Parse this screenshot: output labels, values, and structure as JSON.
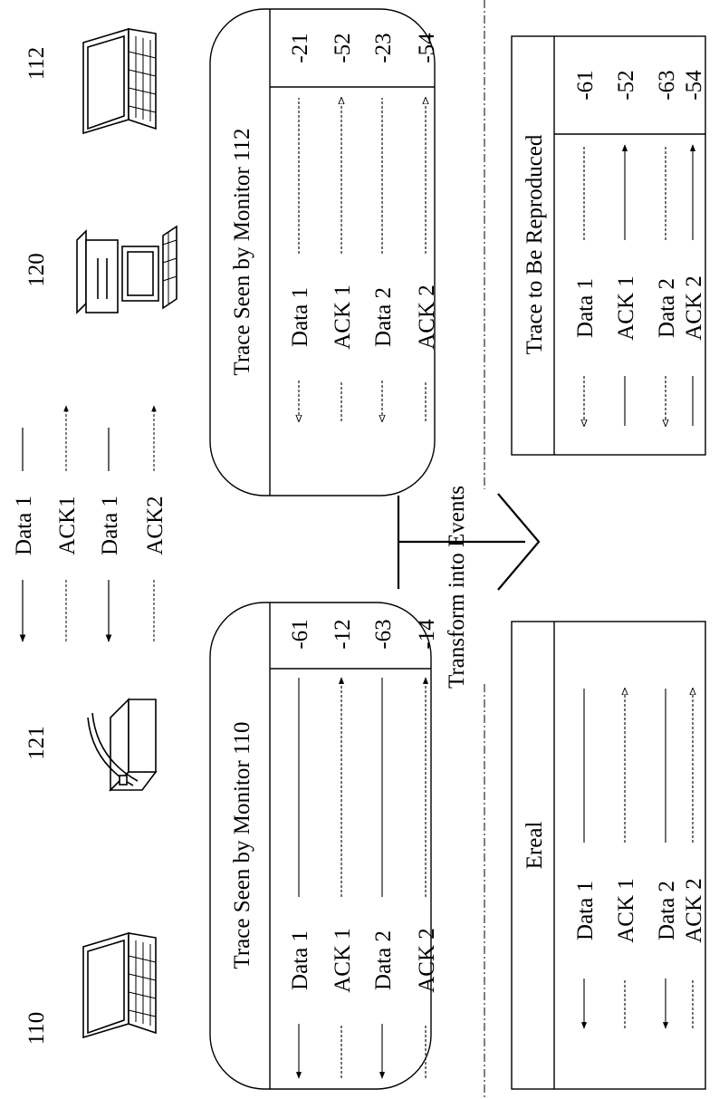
{
  "nodes": {
    "n110": "110",
    "n121": "121",
    "n120": "120",
    "n112": "112"
  },
  "link_messages": [
    "Data 1",
    "ACK1",
    "Data 1",
    "ACK2"
  ],
  "monitor110": {
    "title": "Trace Seen by Monitor 110",
    "rows": [
      {
        "label": "Data 1",
        "value": "-61"
      },
      {
        "label": "ACK 1",
        "value": "-12"
      },
      {
        "label": "Data 2",
        "value": "-63"
      },
      {
        "label": "ACK 2",
        "value": "-14"
      }
    ]
  },
  "monitor112": {
    "title": "Trace Seen by Monitor 112",
    "rows": [
      {
        "label": "Data 1",
        "value": "-21"
      },
      {
        "label": "ACK 1",
        "value": "-52"
      },
      {
        "label": "Data 2",
        "value": "-23"
      },
      {
        "label": "ACK 2",
        "value": "-54"
      }
    ]
  },
  "transform_label": "Transform into Events",
  "ereal": {
    "title": "Ereal",
    "rows": [
      {
        "label": "Data 1"
      },
      {
        "label": "ACK 1"
      },
      {
        "label": "Data 2"
      },
      {
        "label": "ACK 2"
      }
    ]
  },
  "reproduce": {
    "title": "Trace to Be Reproduced",
    "rows": [
      {
        "label": "Data 1",
        "value": "-61"
      },
      {
        "label": "ACK 1",
        "value": "-52"
      },
      {
        "label": "Data 2",
        "value": "-63"
      },
      {
        "label": "ACK 2",
        "value": "-54"
      }
    ]
  }
}
